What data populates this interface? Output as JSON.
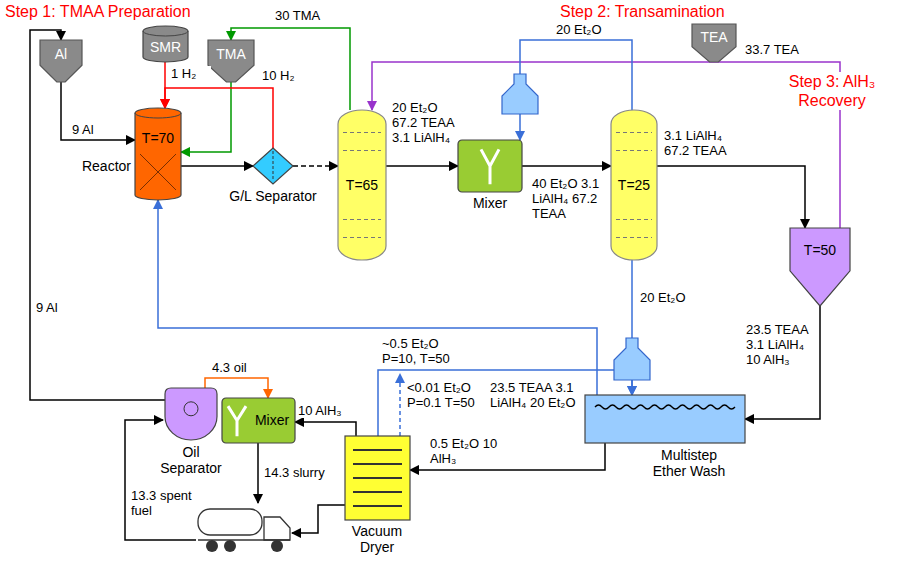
{
  "diagram": {
    "nodes": [
      {
        "text": [
          "SMR"
        ]
      },
      {
        "text": [
          "TMA"
        ]
      },
      {
        "text": [
          "TEA"
        ]
      },
      {
        "text": [
          "Al"
        ]
      },
      {
        "text": [
          "Reactor",
          "T=70"
        ]
      },
      {
        "text": [
          "G/L Separator"
        ]
      },
      {
        "text": [
          "T=65"
        ]
      },
      {
        "text": [
          "Mixer"
        ]
      },
      {
        "text": [
          "T=25"
        ]
      },
      {
        "text": [
          "T=50"
        ]
      },
      {
        "text": [
          "Oil Separator"
        ]
      },
      {
        "text": [
          "Mixer"
        ]
      },
      {
        "text": [
          "Vacuum Dryer"
        ]
      },
      {
        "text": [
          "Multistep Ether Wash"
        ]
      }
    ],
    "edges": [
      {
        "from": 3,
        "to": 4,
        "arrow": "to",
        "label": "9 Al"
      },
      {
        "from": 0,
        "to": 4,
        "arrow": "to",
        "label": "1 H₂"
      },
      {
        "from": 1,
        "to": 4,
        "arrow": "to"
      },
      {
        "from": 4,
        "to": 5,
        "arrow": "to"
      },
      {
        "from": 5,
        "to": 4,
        "arrow": "to",
        "label": "10 H₂"
      },
      {
        "from": 5,
        "to": 6,
        "arrow": "to"
      },
      {
        "from": 6,
        "to": 1,
        "arrow": "to",
        "label": "30 TMA"
      },
      {
        "from": 9,
        "to": 6,
        "arrow": "to",
        "label": "33.7 TEA"
      },
      {
        "from": 6,
        "to": 7,
        "arrow": "to",
        "label": "20 Et₂O 67.2 TEAA 3.1 LiAlH₄"
      },
      {
        "from": 7,
        "to": 8,
        "arrow": "to",
        "label": "40 Et₂O 3.1 LiAlH₄ 67.2 TEAA"
      },
      {
        "from": 8,
        "to": 7,
        "arrow": "to",
        "label": "20 Et₂O"
      },
      {
        "from": 8,
        "to": 9,
        "arrow": "to",
        "label": "3.1 LiAlH₄ 67.2 TEAA"
      },
      {
        "from": 8,
        "to": 13,
        "arrow": "to",
        "label": "20 Et₂O"
      },
      {
        "from": 9,
        "to": 13,
        "arrow": "to",
        "label": "23.5 TEAA 3.1 LiAlH₄ 10 AlH₃"
      },
      {
        "from": 13,
        "to": 4,
        "arrow": "to",
        "label": "23.5 TEAA 3.1 LiAlH₄ 20 Et₂O"
      },
      {
        "from": 13,
        "to": 12,
        "arrow": "to",
        "label": "0.5 Et₂O 10 AlH₃"
      },
      {
        "from": 12,
        "to": 13,
        "arrow": "to",
        "label": "~0.5 Et₂O P=10, T=50"
      },
      {
        "from": 12,
        "to": 11,
        "arrow": "to",
        "label": "10 AlH₃"
      },
      {
        "from": 10,
        "to": 11,
        "arrow": "to",
        "label": "4.3 oil"
      },
      {
        "from": 10,
        "to": 3,
        "arrow": "to",
        "label": "9 Al"
      }
    ],
    "labels": [
      "Step 1: TMAA Preparation",
      "Step 2: Transamination",
      "Step 3: AlH₃ Recovery",
      "<0.01 Et₂O P=0.1 T=50",
      "14.3 slurry",
      "13.3 spent fuel"
    ]
  }
}
